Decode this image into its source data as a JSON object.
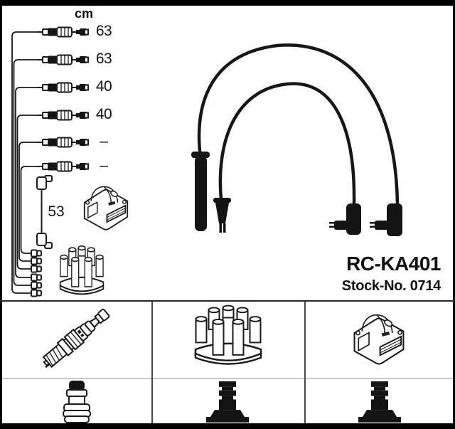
{
  "unit_header": "cm",
  "cables": [
    {
      "length": "63"
    },
    {
      "length": "63"
    },
    {
      "length": "40"
    },
    {
      "length": "40"
    },
    {
      "length": "–"
    },
    {
      "length": "–"
    }
  ],
  "coil_wire": {
    "length": "53"
  },
  "product": {
    "code": "RC-KA401",
    "stock": "Stock-No. 0714"
  },
  "diagram_icons": {
    "cable_row_icon": "wire-connector-assembly",
    "harness_end_icon": "distributor-end-plug",
    "upper_left_parts": [
      "ignition-coil",
      "distributor-cap"
    ],
    "center_image": "two-ignition-lead-wires"
  },
  "parts_grid": {
    "row1": [
      {
        "icon": "spark-plug"
      },
      {
        "icon": "distributor-cap"
      },
      {
        "icon": "ignition-coil"
      }
    ],
    "row2": [
      {
        "icon": "plug-terminal-nut"
      },
      {
        "icon": "coil-tower-connector"
      },
      {
        "icon": "coil-tower-connector"
      }
    ]
  },
  "colors": {
    "frame": "#000000",
    "line": "#1a1a1a",
    "wire": "#161616",
    "grid_dark": "#4a4a4a",
    "grid_light": "#c9c9c9",
    "text": "#111111"
  }
}
